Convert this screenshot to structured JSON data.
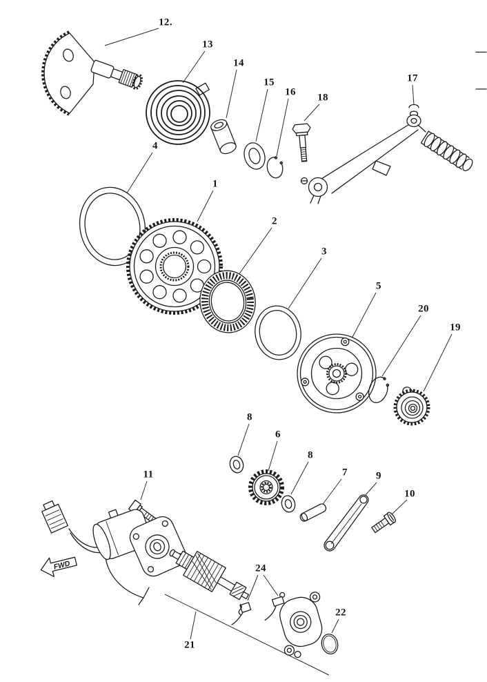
{
  "diagram": {
    "fwd_label": "FWD",
    "icons": {
      "fwd_arrow": "outline-left-arrow"
    },
    "labels": [
      {
        "part": "12",
        "text": "12."
      },
      {
        "part": "13",
        "text": "13"
      },
      {
        "part": "14",
        "text": "14"
      },
      {
        "part": "15",
        "text": "15"
      },
      {
        "part": "16",
        "text": "16"
      },
      {
        "part": "18",
        "text": "18"
      },
      {
        "part": "17",
        "text": "17"
      },
      {
        "part": "4",
        "text": "4"
      },
      {
        "part": "1",
        "text": "1"
      },
      {
        "part": "2",
        "text": "2"
      },
      {
        "part": "3",
        "text": "3"
      },
      {
        "part": "5",
        "text": "5"
      },
      {
        "part": "20",
        "text": "20"
      },
      {
        "part": "19",
        "text": "19"
      },
      {
        "part": "8a",
        "text": "8"
      },
      {
        "part": "6",
        "text": "6"
      },
      {
        "part": "8b",
        "text": "8"
      },
      {
        "part": "7",
        "text": "7"
      },
      {
        "part": "9",
        "text": "9"
      },
      {
        "part": "10",
        "text": "10"
      },
      {
        "part": "11",
        "text": "11"
      },
      {
        "part": "24",
        "text": "24"
      },
      {
        "part": "22",
        "text": "22"
      },
      {
        "part": "21",
        "text": "21"
      }
    ]
  }
}
